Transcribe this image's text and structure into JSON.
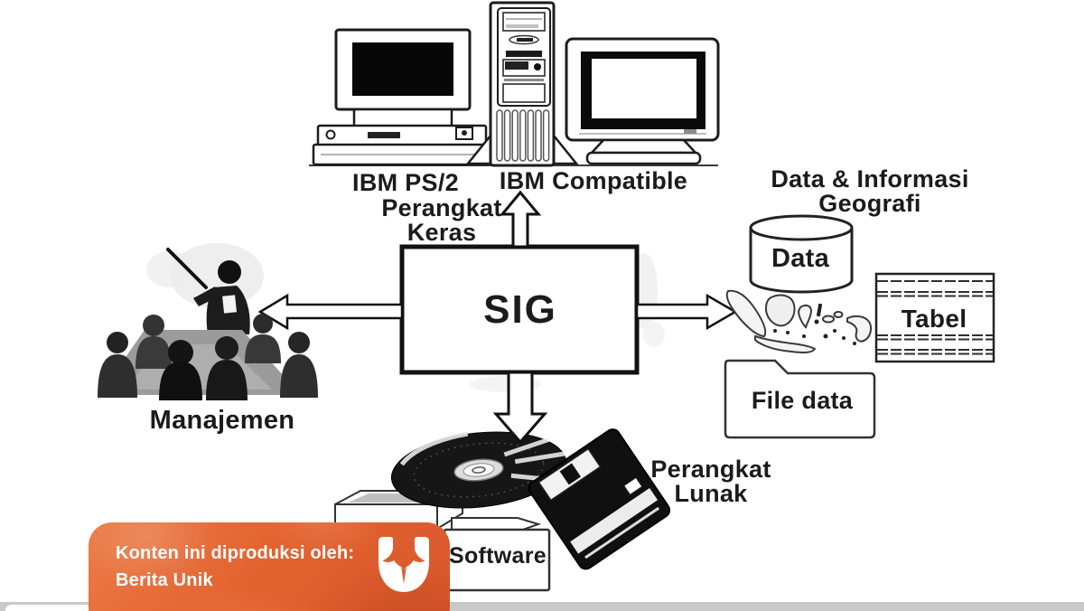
{
  "diagram": {
    "center_label": "SIG",
    "hardware": {
      "device_left_label": "IBM PS/2",
      "device_right_label": "IBM Compatible",
      "caption_line1": "Perangkat",
      "caption_line2": "Keras"
    },
    "management": {
      "label": "Manajemen"
    },
    "data_section": {
      "title_line1": "Data & Informasi",
      "title_line2": "Geografi",
      "database_label": "Data",
      "table_label": "Tabel",
      "folder_label": "File data"
    },
    "software_section": {
      "caption_line1": "Perangkat",
      "caption_line2": "Lunak",
      "folder_label": "Software"
    }
  },
  "attribution": {
    "line1": "Konten ini diproduksi oleh:",
    "line2": "Berita Unik",
    "brand_icon": "kumparan-u-logo"
  },
  "icons": {
    "brand": "kumparan-u-logo"
  },
  "colors": {
    "diagram_ink": "#1b1b1b",
    "banner_gradient_start": "#eb7a45",
    "banner_gradient_mid": "#e2622f",
    "banner_gradient_end": "#d9572c",
    "banner_text": "#ffffff",
    "footer_strip": "#c9c9c9"
  }
}
